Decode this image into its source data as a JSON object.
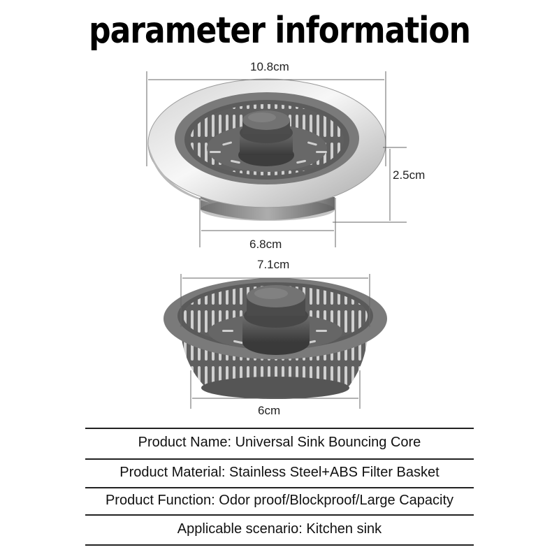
{
  "title": "parameter information",
  "product_top": {
    "name": "sink-strainer-with-rim",
    "dimensions": {
      "rim_diameter": "10.8cm",
      "height": "2.5cm",
      "base_diameter": "6.8cm"
    }
  },
  "product_bottom": {
    "name": "filter-basket",
    "dimensions": {
      "top_diameter": "7.1cm",
      "bottom_diameter": "6cm"
    }
  },
  "info": [
    {
      "label": "Product Name",
      "value": "Universal Sink Bouncing Core",
      "text": "Product Name: Universal Sink Bouncing Core"
    },
    {
      "label": "Product Material",
      "value": "Stainless Steel+ABS Filter Basket",
      "text": "Product Material: Stainless Steel+ABS Filter Basket"
    },
    {
      "label": "Product Function",
      "value": "Odor proof/Blockproof/Large Capacity",
      "text": "Product Function: Odor proof/Blockproof/Large Capacity"
    },
    {
      "label": "Applicable scenario",
      "value": "Kitchen sink",
      "text": "Applicable scenario: Kitchen sink"
    }
  ],
  "colors": {
    "steel_light": "#e6e6e6",
    "steel_dark": "#8c8c8c",
    "basket_gray": "#6e6e6e",
    "basket_dark": "#3f3f3f",
    "line": "#222222"
  }
}
